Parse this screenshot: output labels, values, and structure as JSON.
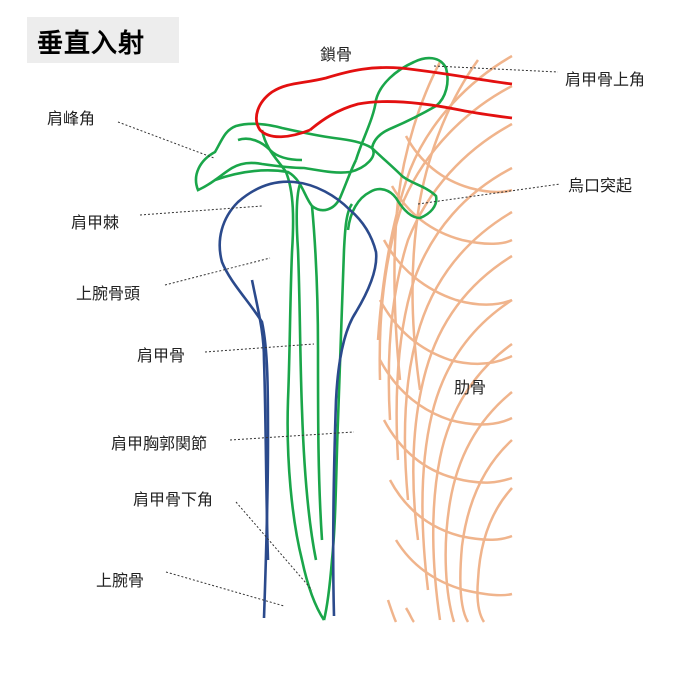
{
  "title": "垂直入射",
  "labels": {
    "clavicle": "鎖骨",
    "superior_angle": "肩甲骨上角",
    "acromion": "肩峰角",
    "coracoid": "烏口突起",
    "spine": "肩甲棘",
    "humeral_head": "上腕骨頭",
    "scapula": "肩甲骨",
    "ribs": "肋骨",
    "scapulothoracic_joint": "肩甲胸郭関節",
    "inferior_angle": "肩甲骨下角",
    "humerus": "上腕骨"
  },
  "colors": {
    "clavicle": "#e31010",
    "scapula": "#1aa64a",
    "humerus": "#2b4a8c",
    "ribs": "#f0b48c",
    "leader": "#333333"
  }
}
